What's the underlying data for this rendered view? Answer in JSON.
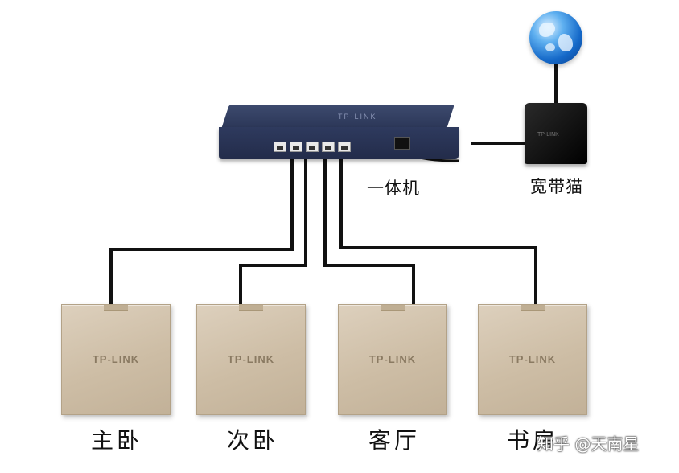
{
  "devices": {
    "router_label": "一体机",
    "modem_label": "宽带猫",
    "router_brand": "TP-LINK",
    "modem_brand": "TP-LINK"
  },
  "rooms": [
    {
      "label": "主卧",
      "brand": "TP-LINK"
    },
    {
      "label": "次卧",
      "brand": "TP-LINK"
    },
    {
      "label": "客厅",
      "brand": "TP-LINK"
    },
    {
      "label": "书房",
      "brand": "TP-LINK"
    }
  ],
  "watermark": "知乎 @天南星",
  "icons": [
    "internet-globe-icon",
    "modem-icon",
    "router-icon",
    "wall-ap-icon"
  ],
  "colors": {
    "wire": "#111111",
    "panel": "#cdbda5",
    "router": "#2b3657"
  }
}
